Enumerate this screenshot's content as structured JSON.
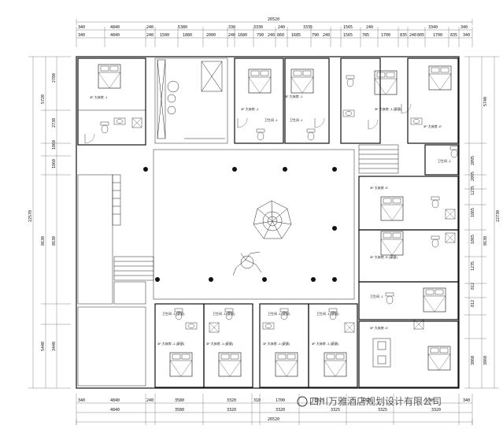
{
  "dimensions": {
    "top_total": "26520",
    "top_row1": [
      "340",
      "4840",
      "240",
      "5380",
      "330",
      "3330",
      "240",
      "3335",
      "1565",
      "240",
      "3340",
      "340"
    ],
    "top_row2": [
      "340",
      "4840",
      "240",
      "1500",
      "1880",
      "2000",
      "240",
      "1680",
      "790",
      "240",
      "860",
      "1685",
      "790",
      "240",
      "1565",
      "785",
      "1700",
      "835",
      "240",
      "805",
      "1700",
      "835",
      "340"
    ],
    "bottom_row1": [
      "340",
      "4840",
      "240",
      "3580",
      "3320",
      "310",
      "1700",
      "3325",
      "3325",
      "3320",
      "340"
    ],
    "bottom_row2": [
      "4840",
      "3580",
      "3320",
      "3320",
      "3325",
      "3325",
      "3320"
    ],
    "bottom_total": "26520",
    "left_total": "22570",
    "left_outer": [
      "5720",
      "8630",
      "5440"
    ],
    "left_inner": [
      "2780",
      "2730",
      "1860",
      "1860",
      "8630",
      "3440"
    ],
    "right_total": "22730",
    "right_outer": [
      "5740",
      "8630",
      "3860"
    ],
    "right_inner": [
      "2095",
      "2095",
      "1235",
      "1865",
      "1865",
      "1235",
      "812",
      "812",
      "3860"
    ]
  },
  "room_labels": {
    "suite": "3F 大床房 -1",
    "deluxe": "3F 大床房 -1 (豪瑟)",
    "bathroom": "卫生间 -1",
    "bathroom_deluxe": "卫生间 -1 (豪瑟)",
    "room_e": "3F 大床房 -E",
    "room_e_deluxe": "3F 大床房 -E (豪瑟)"
  },
  "watermark": "四川万雅酒店规划设计有限公司",
  "colors": {
    "line": "#111111",
    "background": "#ffffff"
  }
}
